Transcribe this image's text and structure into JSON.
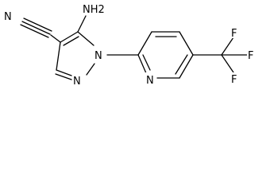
{
  "molecule": {
    "atom_labels": {
      "nitrile_nitrogen": "N",
      "amino_group": "NH2",
      "pyrazole_n1": "N",
      "pyrazole_n2": "N",
      "pyridine_nitrogen": "N",
      "fluorine_top": "F",
      "fluorine_right": "F",
      "fluorine_bottom": "F"
    }
  }
}
